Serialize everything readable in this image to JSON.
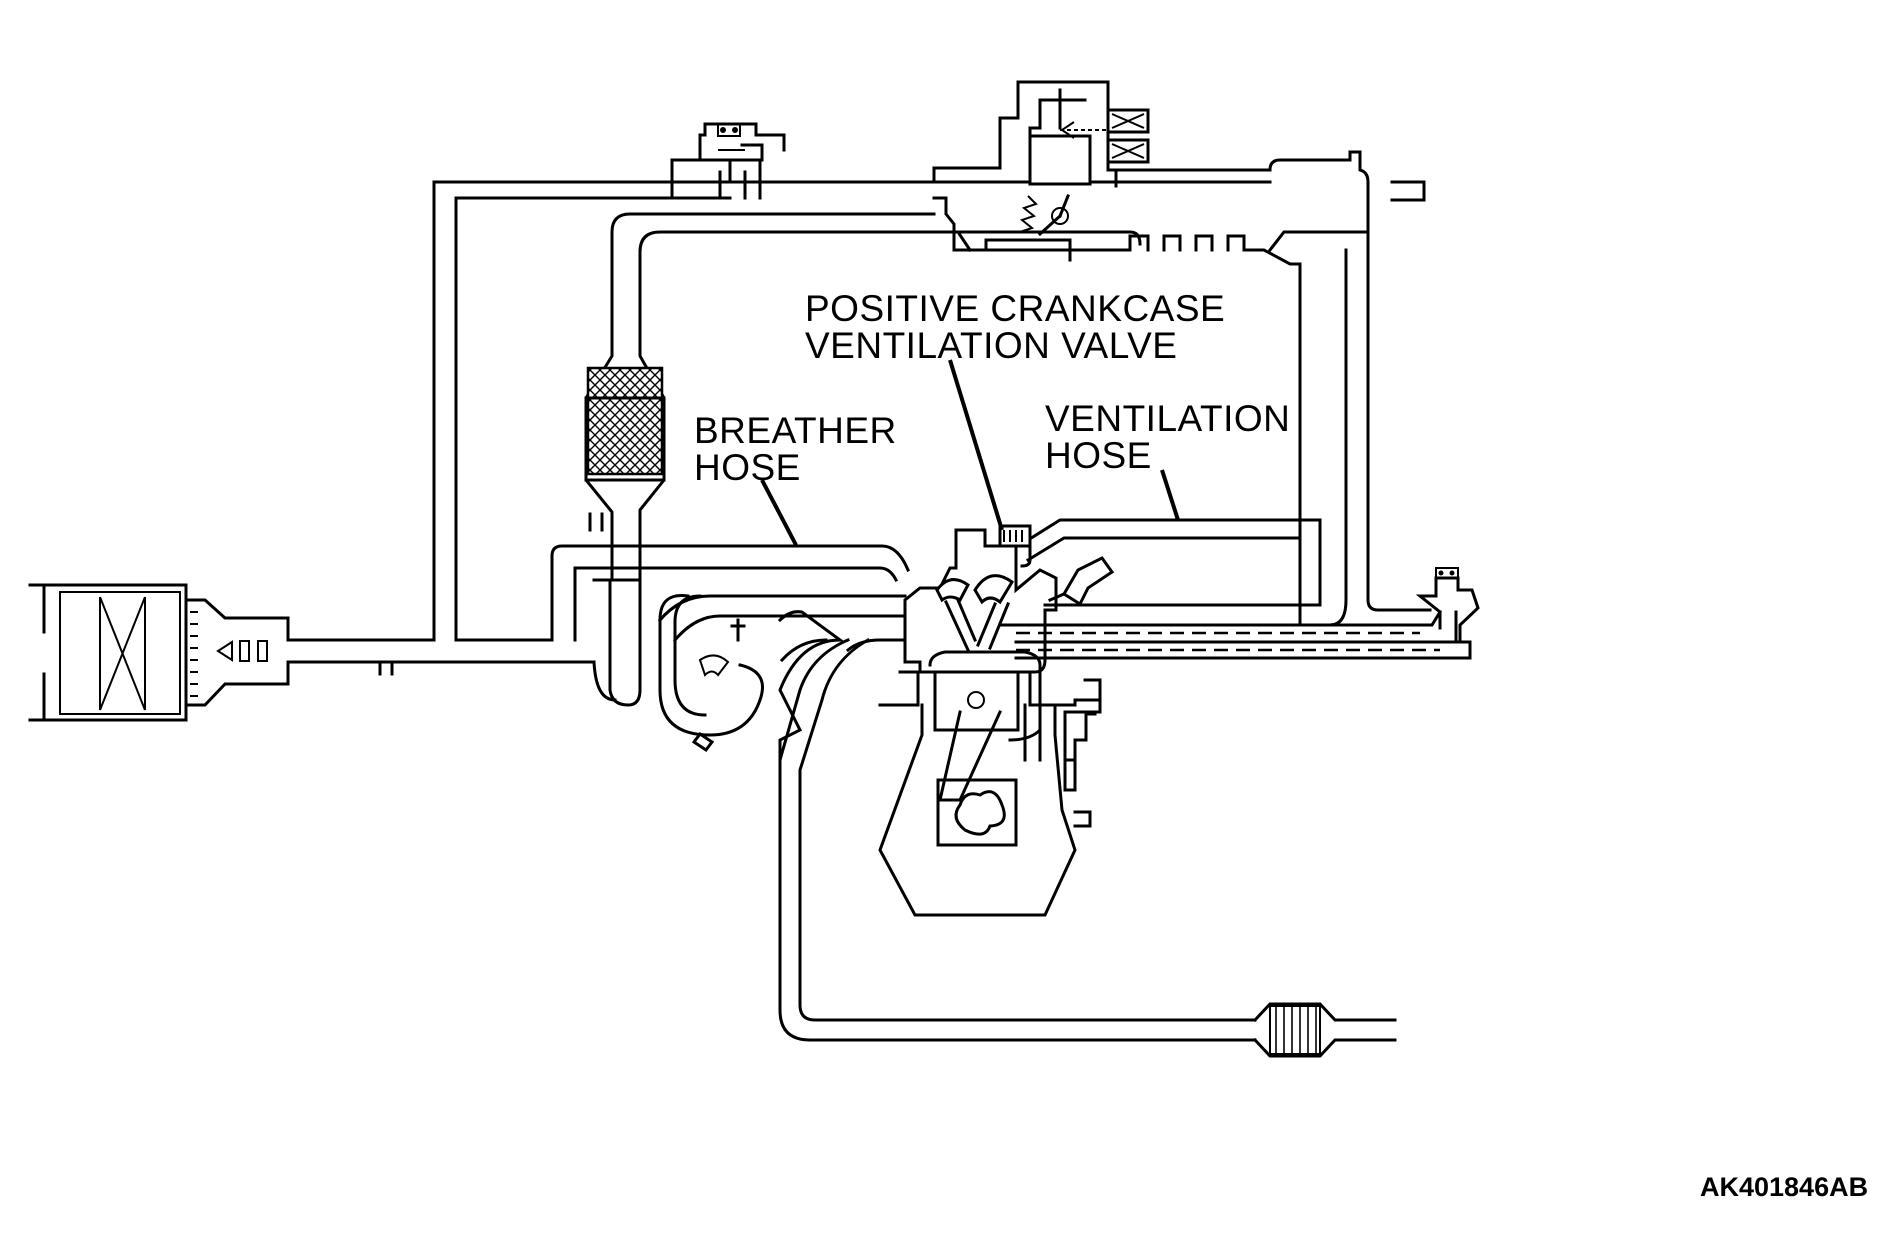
{
  "labels": {
    "pcv_valve": [
      "POSITIVE CRANKCASE",
      "VENTILATION VALVE"
    ],
    "breather_hose": [
      "BREATHER",
      "HOSE"
    ],
    "ventilation_hose": [
      "VENTILATION",
      "HOSE"
    ]
  },
  "figure_code": "AK401846AB"
}
